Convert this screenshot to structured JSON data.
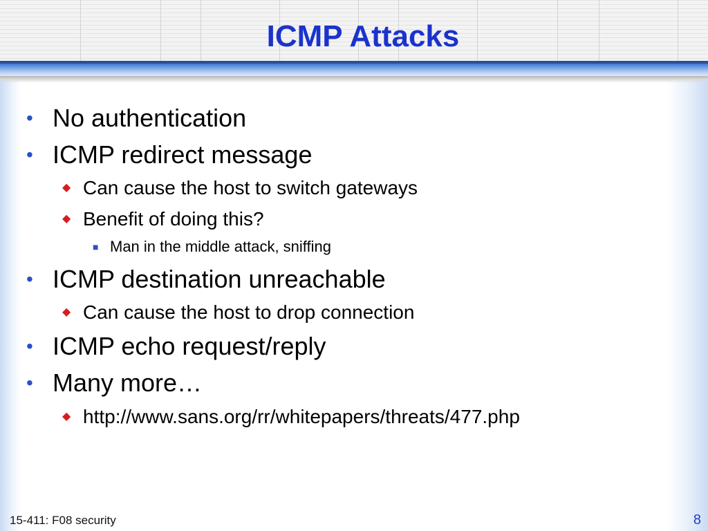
{
  "slide": {
    "title": "ICMP Attacks",
    "bullets": [
      {
        "level": 1,
        "text": "No authentication"
      },
      {
        "level": 1,
        "text": "ICMP redirect message"
      },
      {
        "level": 2,
        "text": "Can cause the host to switch gateways"
      },
      {
        "level": 2,
        "text": "Benefit of doing this?"
      },
      {
        "level": 3,
        "text": "Man in the middle attack, sniffing"
      },
      {
        "level": 1,
        "text": "ICMP destination unreachable"
      },
      {
        "level": 2,
        "text": "Can cause the host to drop connection"
      },
      {
        "level": 1,
        "text": "ICMP echo request/reply"
      },
      {
        "level": 1,
        "text": "Many more…"
      },
      {
        "level": 2,
        "text": "http://www.sans.org/rr/whitepapers/threats/477.php"
      }
    ],
    "markers": {
      "level1": "•",
      "level2": "◆",
      "level3": "■"
    },
    "footer": "15-411: F08 security",
    "page_number": "8"
  },
  "colors": {
    "title": "#1b33cc",
    "level1_marker": "#2b4ec9",
    "level2_marker": "#d61d1d",
    "level3_marker": "#2b4ec9",
    "header_band": "#3c74d4"
  }
}
